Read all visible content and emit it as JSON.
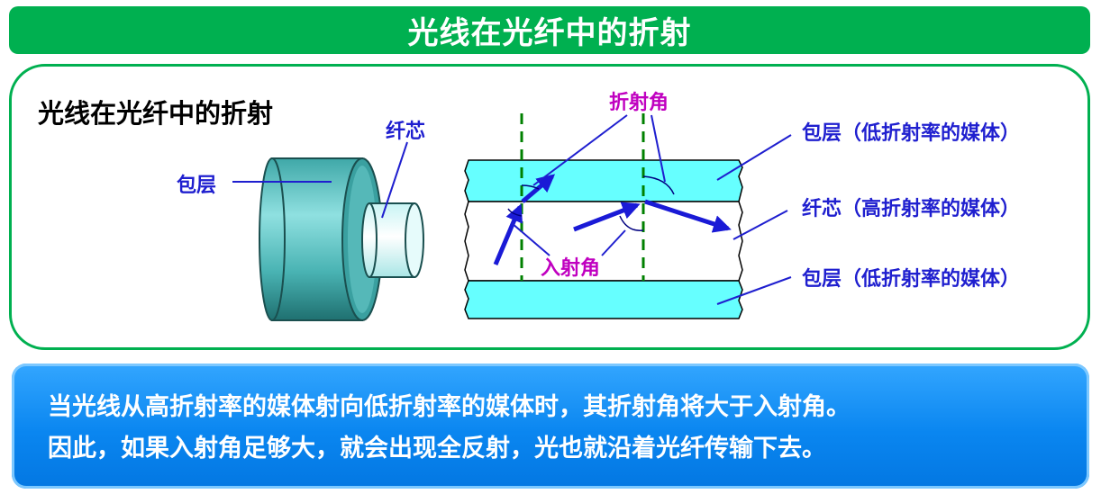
{
  "header": {
    "title": "光线在光纤中的折射"
  },
  "panel": {
    "title": "光线在光纤中的折射",
    "labels": {
      "core": "纤芯",
      "cladding": "包层",
      "refraction_angle": "折射角",
      "incidence_angle": "入射角",
      "cladding_top": "包层（低折射率的媒体）",
      "core_mid": "纤芯（高折射率的媒体）",
      "cladding_bottom": "包层（低折射率的媒体）"
    }
  },
  "summary": {
    "line1": "当光线从高折射率的媒体射向低折射率的媒体时，其折射角将大于入射角。",
    "line2": "因此，如果入射角足够大，就会出现全反射，光也就沿着光纤传输下去。"
  },
  "colors": {
    "title_bg": "#00b050",
    "label_blue": "#1f1fcf",
    "label_magenta": "#c000c0",
    "cladding_fill": "#66ffff",
    "cylinder_dark": "#2f8f8f",
    "ray_blue": "#1a1ad6",
    "normal_green": "#008000",
    "summary_bg": "#0a86f0"
  }
}
